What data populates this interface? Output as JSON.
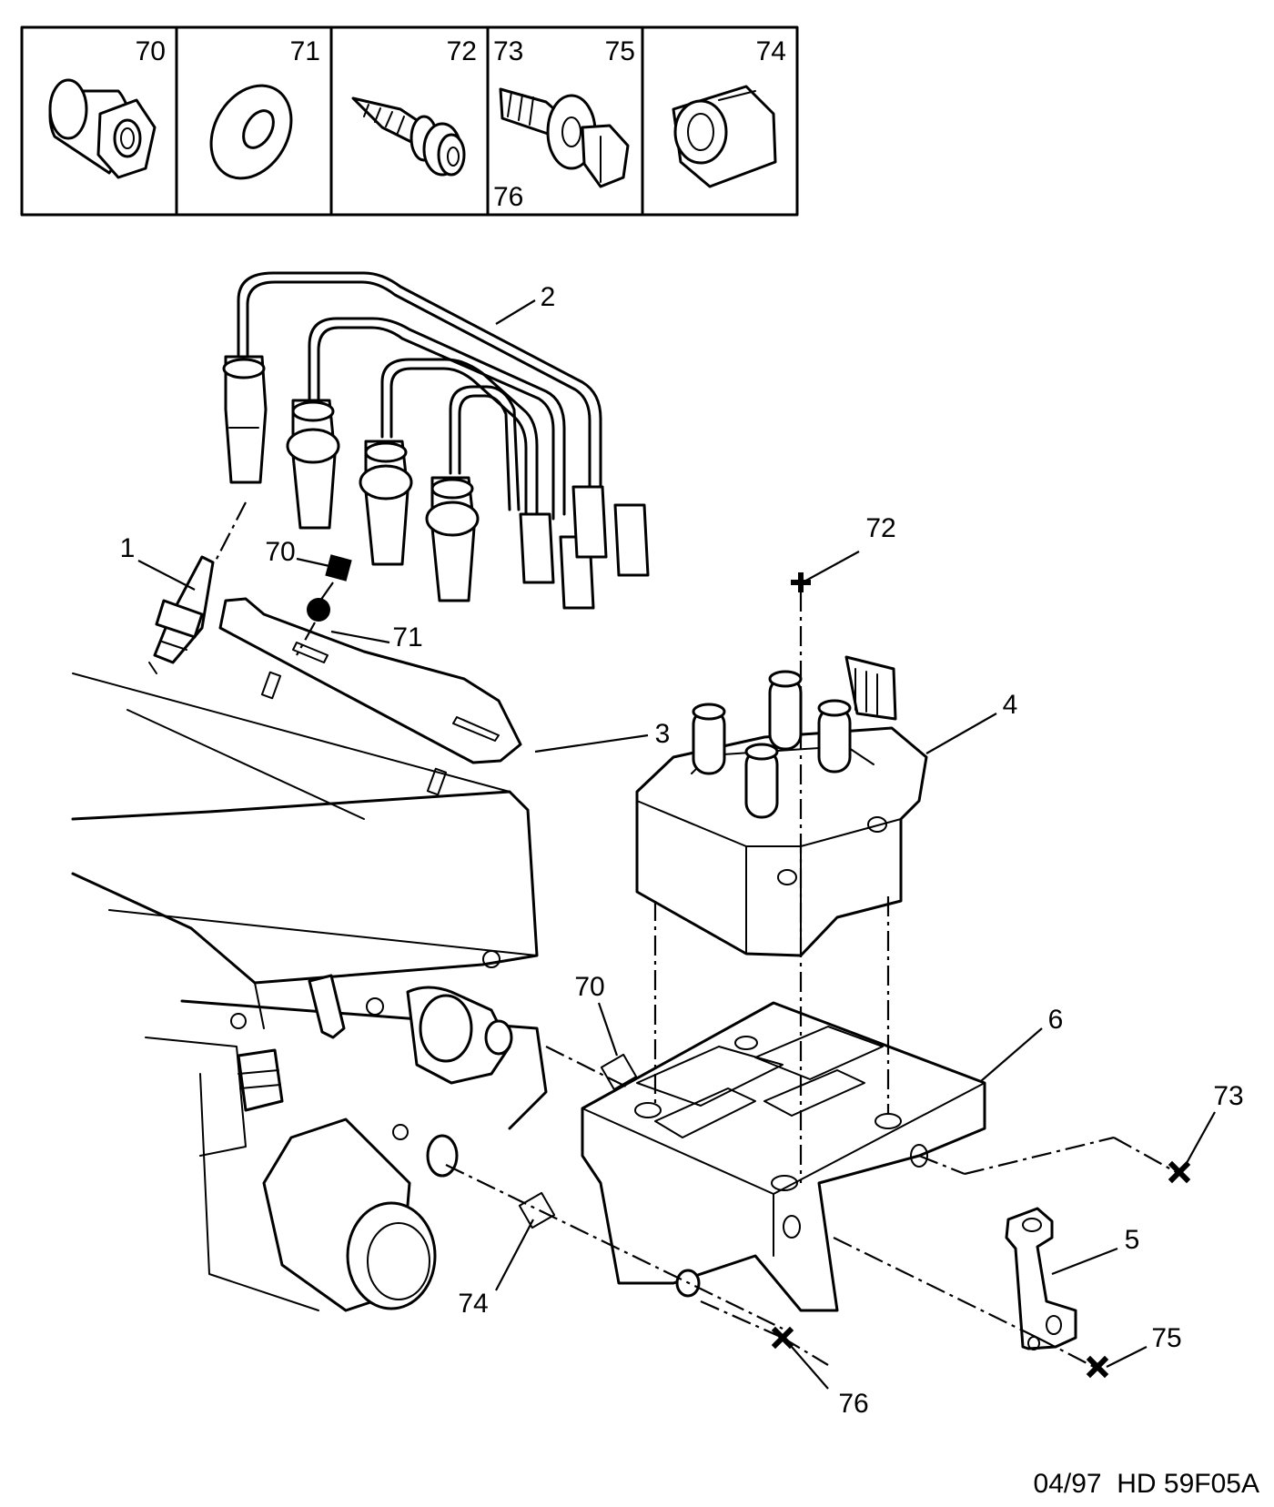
{
  "legend": {
    "cells": [
      {
        "labels": [
          "70"
        ],
        "icon": "flanged-nut-icon"
      },
      {
        "labels": [
          "71"
        ],
        "icon": "washer-icon"
      },
      {
        "labels": [
          "72"
        ],
        "icon": "plastic-screw-icon"
      },
      {
        "labels": [
          "73",
          "75",
          "76"
        ],
        "icon": "bolt-washer-nut-icon"
      },
      {
        "labels": [
          "74"
        ],
        "icon": "split-bush-icon"
      }
    ]
  },
  "callouts": {
    "spark_plug": "1",
    "ht_leads": "2",
    "lead_bracket": "3",
    "ignition_coil": "4",
    "bracket": "5",
    "coil_support": "6",
    "nut_upper": "70",
    "washer_upper": "71",
    "screw_top": "72",
    "bush_left": "74",
    "nut_lower": "70",
    "bolt_right": "73",
    "bolt_bottom": "76",
    "bolt_bracket": "75"
  },
  "footer": {
    "reference": "04/97  HD 59F05A"
  }
}
